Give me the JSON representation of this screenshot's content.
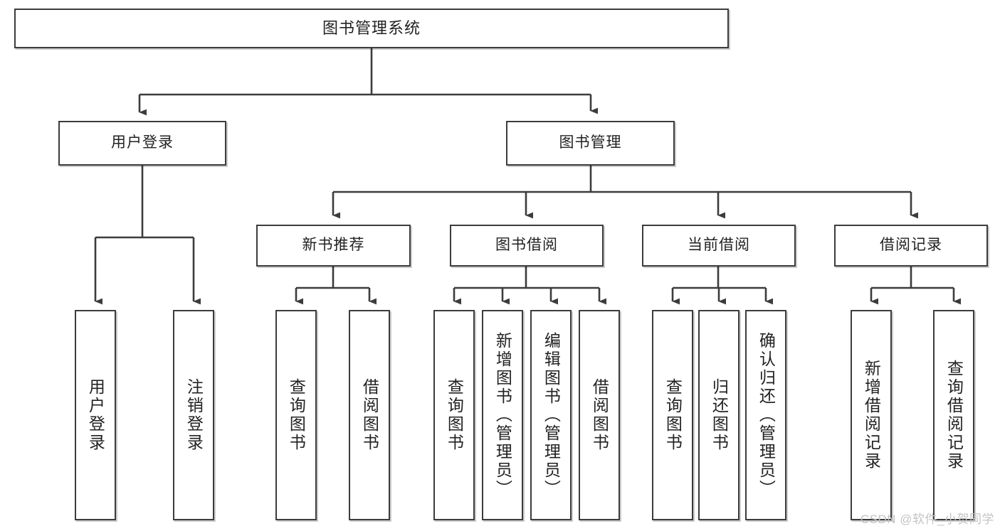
{
  "diagram": {
    "title": "图书管理系统",
    "type": "tree-hierarchy-chart",
    "line_color": "#3c3c3c",
    "box_fill": "#ffffff",
    "text_color": "#222222"
  },
  "nodes": {
    "root": {
      "label": "图书管理系统"
    },
    "level1": [
      {
        "label": "用户登录"
      },
      {
        "label": "图书管理"
      }
    ],
    "level2": [
      {
        "label": "新书推荐"
      },
      {
        "label": "图书借阅"
      },
      {
        "label": "当前借阅"
      },
      {
        "label": "借阅记录"
      }
    ],
    "leaves_user_login": [
      {
        "label": "用户登录"
      },
      {
        "label": "注销登录"
      }
    ],
    "leaves_new_book": [
      {
        "label": "查询图书"
      },
      {
        "label": "借阅图书"
      }
    ],
    "leaves_borrow": [
      {
        "label": "查询图书"
      },
      {
        "label": "新增图书（管理员）"
      },
      {
        "label": "编辑图书（管理员）"
      },
      {
        "label": "借阅图书"
      }
    ],
    "leaves_current": [
      {
        "label": "查询图书"
      },
      {
        "label": "归还图书"
      },
      {
        "label": "确认归还（管理员）"
      }
    ],
    "leaves_records": [
      {
        "label": "新增借阅记录"
      },
      {
        "label": "查询借阅记录"
      }
    ]
  },
  "watermark": {
    "text": "CSDN @软件_小贺同学"
  }
}
